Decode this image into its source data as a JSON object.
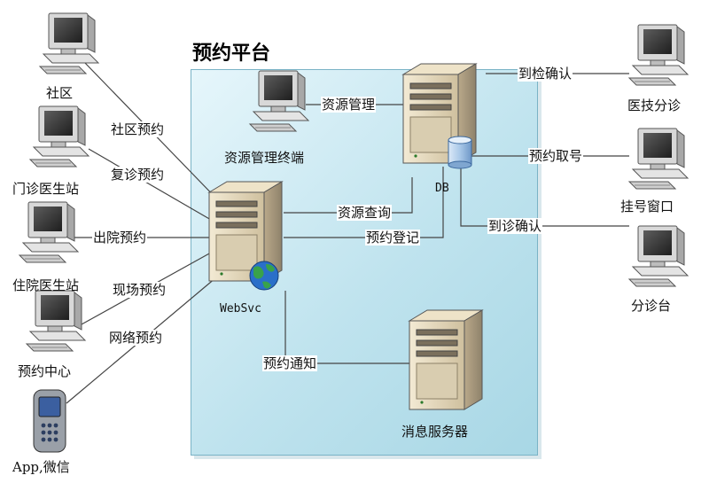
{
  "title": "预约平台",
  "nodes": {
    "community": "社区",
    "outpatient_doctor": "门诊医生站",
    "inpatient_doctor": "住院医生站",
    "booking_center": "预约中心",
    "app_wechat": "App,微信",
    "resource_terminal": "资源管理终端",
    "webservice": "WebSvc",
    "db": "DB",
    "message_server": "消息服务器",
    "tech_triage": "医技分诊",
    "registration_window": "挂号窗口",
    "triage_desk": "分诊台"
  },
  "edges": {
    "community_booking": "社区预约",
    "followup_booking": "复诊预约",
    "discharge_booking": "出院预约",
    "onsite_booking": "现场预约",
    "online_booking": "网络预约",
    "resource_management": "资源管理",
    "resource_query": "资源查询",
    "booking_register": "预约登记",
    "booking_notice": "预约通知",
    "exam_confirm": "到检确认",
    "booking_ticket": "预约取号",
    "arrival_confirm": "到诊确认"
  },
  "colors": {
    "platform_fill": "#bfe3ee",
    "platform_border": "#7ab3c6",
    "server_body": "#e8dcc0",
    "line": "#444444"
  }
}
